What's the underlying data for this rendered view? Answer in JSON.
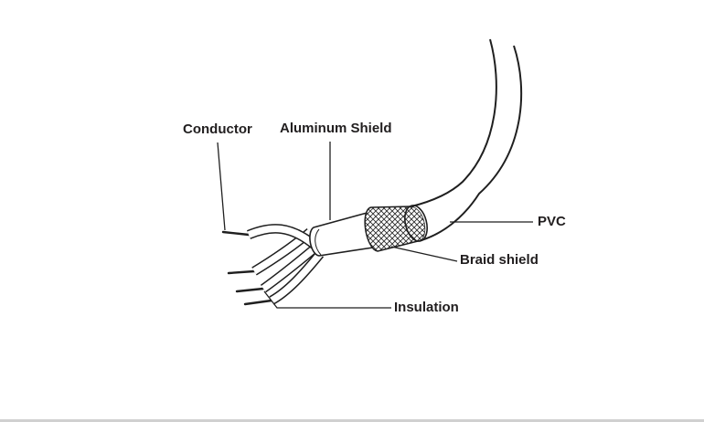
{
  "page": {
    "background": "#ffffff",
    "ink": "#1f1f1f",
    "bottom_bar": "#d0d0d0"
  },
  "diagram": {
    "type": "cable-construction-diagram",
    "labels": {
      "conductor": "Conductor",
      "aluminum_shield": "Aluminum Shield",
      "pvc": "PVC",
      "braid_shield": "Braid shield",
      "insulation": "Insulation"
    }
  }
}
